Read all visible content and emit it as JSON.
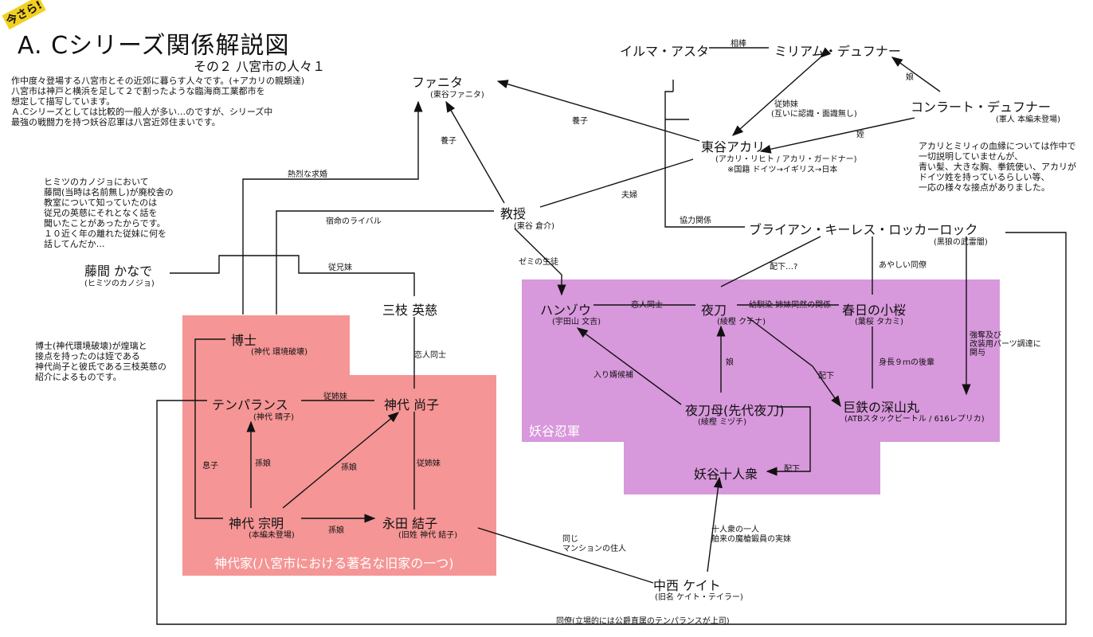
{
  "header": {
    "badge": "今さら!",
    "title": "A. Cシリーズ関係解説図",
    "subtitle": "その２ 八宮市の人々１"
  },
  "notes": {
    "intro": "作中度々登場する八宮市とその近郊に暮らす人々です。(+アカリの親類達)\n八宮市は神戸と横浜を足して２で割ったような臨海商工業都市を\n想定して描写しています。\nＡ.Cシリーズとしては比較的一般人が多い…のですが、シリーズ中\n最強の戦闘力を持つ妖谷忍軍は八宮近郊住まいです。",
    "himitsu": "ヒミツのカノジョにおいて\n藤間(当時は名前無し)が廃校舎の\n教室について知っていたのは\n従兄の英慈にそれとなく話を\n聞いたことがあったからです。\n１０近く年の離れた従妹に何を\n話してんだか…",
    "hakase": "博士(神代環境破壊)が煌璃と\n接点を持ったのは姪である\n神代尚子と彼氏である三枝英慈の\n紹介によるものです。",
    "akari_miri": "アカリとミリィの血縁については作中で\n一切説明していませんが、\n青い髪、大きな胸、拳銃使い、アカリが\nドイツ姓を持っているらしい等、\n一応の様々な接点がありました。"
  },
  "groups": {
    "kamishiro": "神代家(八宮市における著名な旧家の一つ)",
    "yoya": "妖谷忍軍"
  },
  "people": {
    "irma": {
      "name": "イルマ・アスタ"
    },
    "miriam": {
      "name": "ミリアム・デュフナー"
    },
    "conrad": {
      "name": "コンラート・デュフナー",
      "sub": "(軍人 本編未登場)"
    },
    "fanita": {
      "name": "ファニタ",
      "sub": "(東谷ファニタ)"
    },
    "akari": {
      "name": "東谷アカリ",
      "sub": "(アカリ・リヒト / アカリ・ガードナー)",
      "sub2": "※国籍 ドイツ→イギリス→日本"
    },
    "kyoju": {
      "name": "教授",
      "sub": "(東谷 倉介)"
    },
    "brian": {
      "name": "ブライアン・キーレス・ロッカーロック",
      "sub": "(黒狼の武雷闇)"
    },
    "kaname": {
      "name": "藤間 かなで",
      "sub": "(ヒミツのカノジョ)"
    },
    "eiji": {
      "name": "三枝 英慈"
    },
    "hakase": {
      "name": "博士",
      "sub": "(神代 環境破壊)"
    },
    "temperance": {
      "name": "テンパランス",
      "sub": "(神代 晴子)"
    },
    "naoko": {
      "name": "神代 尚子"
    },
    "muneaki": {
      "name": "神代 宗明",
      "sub": "(本編未登場)"
    },
    "yuiko": {
      "name": "永田 結子",
      "sub": "(旧姓 神代 結子)"
    },
    "hanzo": {
      "name": "ハンゾウ",
      "sub": "(宇田山 文吉)"
    },
    "yogatana": {
      "name": "夜刀",
      "sub": "(綾樫 クチナ)"
    },
    "kasuga": {
      "name": "春日の小桜",
      "sub": "(葉桜 タカミ)"
    },
    "yogatana_mother": {
      "name": "夜刀母(先代夜刀)",
      "sub": "(綾樫 ミヅチ)"
    },
    "miyama": {
      "name": "巨鉄の深山丸",
      "sub": "(ATBスタックビートル / 616レプリカ)"
    },
    "juninshu": {
      "name": "妖谷十人衆"
    },
    "kei": {
      "name": "中西 ケイト",
      "sub": "(旧名 ケイト・テイラー)"
    }
  },
  "relations": {
    "aibou": "相棒",
    "musume1": "娘",
    "juushimai": "従姉妹",
    "juushimai_note": "(互いに認識・面識無し)",
    "mei": "姪",
    "youshi1": "養子",
    "youshi2": "養子",
    "fuufu": "夫婦",
    "kyouryoku": "協力関係",
    "netsuretsu": "熱烈な求婚",
    "shukumei": "宿命のライバル",
    "juukei": "従兄妹",
    "zemi": "ゼミの生徒",
    "haika": "配下…?",
    "ayashii": "あやしい同僚",
    "koibito1": "恋人同士",
    "osananajimi": "幼馴染 姉妹同然の関係",
    "koibito2": "恋人同士",
    "juushimai2": "従姉妹",
    "juushimai3": "従姉妹",
    "musuko": "息子",
    "magomusume1": "孫娘",
    "magomusume2": "孫娘",
    "magomusume3": "孫娘",
    "irimuko": "入り婿候補",
    "musume2": "娘",
    "haika2": "配下",
    "haika3": "配下",
    "shinchou": "身長９ｍの後輩",
    "kyoudatsu": "強奪及び\n改装用パーツ調達に\n関与",
    "onaji": "同じ\nマンションの住人",
    "juunin": "十人衆の一人\n舶来の魔槍鍛員の実妹",
    "douryou": "同僚(立場的には公爵直属のテンパランスが上司)"
  },
  "colors": {
    "kamishiro_bg": "#f59595",
    "yoya_bg": "#d898dc",
    "line": "#111111"
  }
}
